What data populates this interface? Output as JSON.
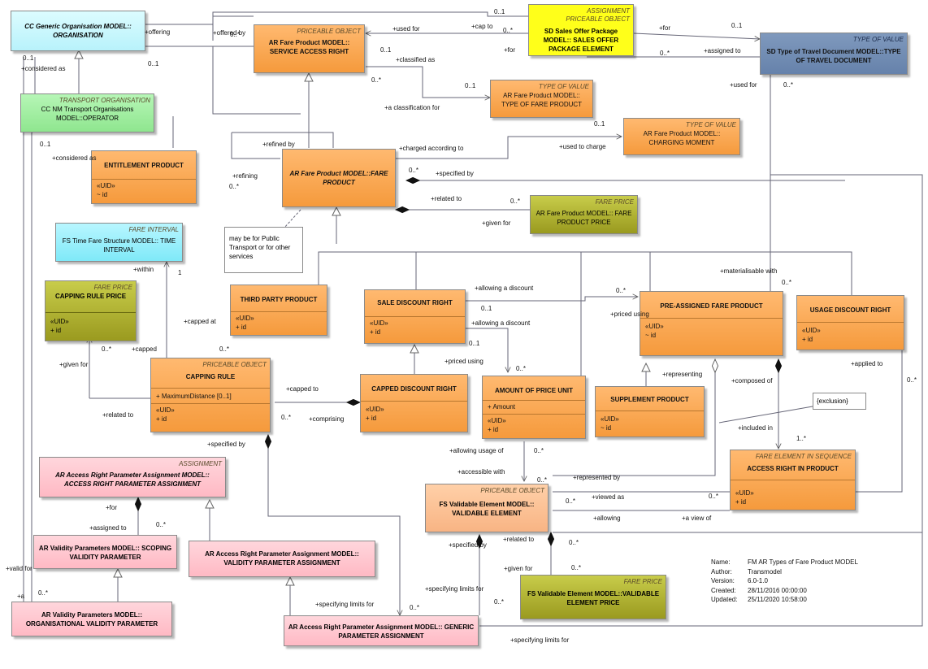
{
  "boxes": {
    "organisation": {
      "title": "CC Generic Organisation MODEL:: ORGANISATION"
    },
    "operator": {
      "stereo": "TRANSPORT ORGANISATION",
      "title": "CC NM Transport Organisations MODEL::OPERATOR"
    },
    "service_access_right": {
      "stereo": "PRICEABLE OBJECT",
      "title": "AR Fare Product MODEL:: SERVICE ACCESS RIGHT"
    },
    "sales_offer_package_element": {
      "stereo1": "ASSIGNMENT",
      "stereo2": "PRICEABLE OBJECT",
      "title": "SD Sales Offer Package MODEL:: SALES OFFER PACKAGE ELEMENT"
    },
    "type_of_travel_document": {
      "stereo": "TYPE OF VALUE",
      "title": "SD Type of Travel Document MODEL::TYPE OF TRAVEL DOCUMENT"
    },
    "type_of_fare_product": {
      "stereo": "TYPE OF VALUE",
      "title": "AR Fare Product MODEL:: TYPE OF FARE PRODUCT"
    },
    "charging_moment": {
      "stereo": "TYPE OF VALUE",
      "title": "AR Fare Product MODEL:: CHARGING MOMENT"
    },
    "entitlement_product": {
      "title": "ENTITLEMENT PRODUCT",
      "attrs": [
        "«UID»",
        "~    id"
      ]
    },
    "fare_product": {
      "title": "AR Fare Product MODEL::FARE PRODUCT"
    },
    "fare_product_price": {
      "stereo": "FARE PRICE",
      "title": "AR Fare Product MODEL:: FARE PRODUCT PRICE"
    },
    "time_interval": {
      "stereo": "FARE INTERVAL",
      "title": "FS Time Fare Structure MODEL:: TIME INTERVAL"
    },
    "capping_rule_price": {
      "stereo": "FARE PRICE",
      "title": "CAPPING RULE PRICE",
      "attrs": [
        "«UID»",
        "+    id"
      ]
    },
    "third_party_product": {
      "title": "THIRD PARTY PRODUCT",
      "attrs": [
        "«UID»",
        "+    id"
      ]
    },
    "sale_discount_right": {
      "title": "SALE DISCOUNT RIGHT",
      "attrs": [
        "«UID»",
        "+    id"
      ]
    },
    "pre_assigned_fare_product": {
      "title": "PRE-ASSIGNED FARE PRODUCT",
      "attrs": [
        "«UID»",
        "~    id"
      ]
    },
    "usage_discount_right": {
      "title": "USAGE DISCOUNT RIGHT",
      "attrs": [
        "«UID»",
        "+    id"
      ]
    },
    "capping_rule": {
      "stereo": "PRICEABLE OBJECT",
      "title": "CAPPING RULE",
      "attrs1": [
        "+    MaximumDistance [0..1]"
      ],
      "attrs2": [
        "«UID»",
        "+    id"
      ]
    },
    "capped_discount_right": {
      "title": "CAPPED DISCOUNT RIGHT",
      "attrs": [
        "«UID»",
        "+    id"
      ]
    },
    "amount_of_price_unit": {
      "title": "AMOUNT OF PRICE UNIT",
      "attrs1": [
        "+    Amount"
      ],
      "attrs2": [
        "«UID»",
        "+    id"
      ]
    },
    "supplement_product": {
      "title": "SUPPLEMENT PRODUCT",
      "attrs": [
        "«UID»",
        "~    id"
      ]
    },
    "access_right_in_product": {
      "stereo": "FARE ELEMENT IN SEQUENCE",
      "title": "ACCESS RIGHT IN PRODUCT",
      "attrs": [
        "«UID»",
        "+    id"
      ]
    },
    "access_right_parameter_assignment": {
      "stereo": "ASSIGNMENT",
      "title": "AR Access Right Parameter Assignment MODEL:: ACCESS RIGHT PARAMETER ASSIGNMENT"
    },
    "scoping_validity_parameter": {
      "title": "AR Validity Parameters MODEL:: SCOPING VALIDITY PARAMETER"
    },
    "validity_parameter_assignment": {
      "title": "AR Access Right Parameter Assignment MODEL:: VALIDITY PARAMETER ASSIGNMENT"
    },
    "validable_element": {
      "stereo": "PRICEABLE OBJECT",
      "title": "FS Validable Element MODEL:: VALIDABLE ELEMENT"
    },
    "organisational_validity_parameter": {
      "title": "AR Validity Parameters MODEL:: ORGANISATIONAL VALIDITY PARAMETER"
    },
    "generic_parameter_assignment": {
      "title": "AR Access Right Parameter Assignment MODEL:: GENERIC PARAMETER ASSIGNMENT"
    },
    "validable_element_price": {
      "stereo": "FARE PRICE",
      "title": "FS Validable Element MODEL::VALIDABLE ELEMENT PRICE"
    }
  },
  "notes": {
    "public_transport": "may be for Public Transport or for other services",
    "exclusion": "{exclusion}"
  },
  "labels": [
    "+offering",
    "0..1",
    "+considered as",
    "0..*",
    "0..1",
    "+offered by",
    "0..1",
    "+cap to",
    "0..*",
    "+used for",
    "+for",
    "0..1",
    "+for",
    "0..1",
    "0..*",
    "+assigned to",
    "+classified as",
    "0..*",
    "0..1",
    "+a classification for",
    "0..1",
    "+charged according to",
    "+used to charge",
    "+refined by",
    "+refining",
    "0..*",
    "0..*",
    "+specified by",
    "+considered as",
    "0..1",
    "+used for",
    "0..*",
    "+related to",
    "0..*",
    "+given for",
    "+within",
    "1",
    "+allowing a discount",
    "0..*",
    "0..1",
    "+priced using",
    "+allowing a discount",
    "0..1",
    "+priced using",
    "0..*",
    "+materialisable with",
    "0..*",
    "+capped at",
    "+capped",
    "0..*",
    "0..*",
    "+given for",
    "+related to",
    "+capped to",
    "0..*",
    "+comprising",
    "+representing",
    "+composed of",
    "+applied to",
    "0..*",
    "+included in",
    "1..*",
    "+specified by",
    "+allowing usage of",
    "0..*",
    "+accessible with",
    "0..*",
    "+represented by",
    "+viewed as",
    "0..*",
    "0..*",
    "+allowing",
    "+a view of",
    "+for",
    "0..*",
    "+assigned to",
    "+specified by",
    "+related to",
    "0..*",
    "+given for",
    "0..*",
    "+specifying limits for",
    "0..*",
    "+specifying limits for",
    "0..*",
    "+valid for",
    "+a",
    "0..*",
    "+specifying limits for"
  ],
  "info": {
    "name_key": "Name:",
    "name": "FM AR Types of Fare Product MODEL",
    "author_key": "Author:",
    "author": "Transmodel",
    "version_key": "Version:",
    "version": "6.0-1.0",
    "created_key": "Created:",
    "created": "28/11/2016 00:00:00",
    "updated_key": "Updated:",
    "updated": "25/11/2020 10:58:00"
  }
}
